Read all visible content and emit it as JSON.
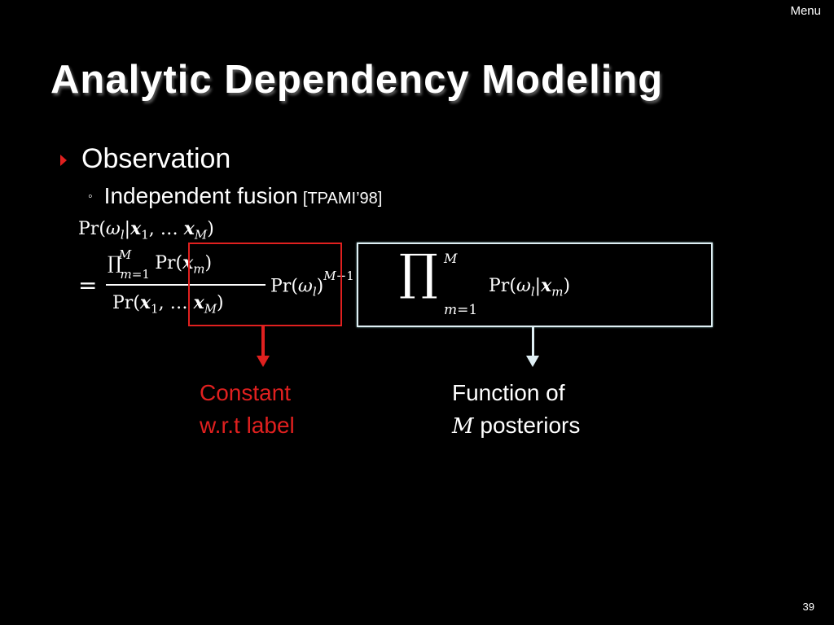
{
  "menu_label": "Menu",
  "title": "Analytic Dependency Modeling",
  "bullets": {
    "level1": "Observation",
    "level2_text": "Independent fusion",
    "level2_cite": "[TPAMI’98]"
  },
  "annotations": {
    "constant_line1": "Constant",
    "constant_line2": "w.r.t label",
    "function_line1": "Function of",
    "function_var": "M",
    "function_line2_rest": "posteriors"
  },
  "colors": {
    "background": "#000000",
    "accent_red": "#e0201f",
    "box_white": "#dfeff4"
  },
  "page_number": "39"
}
